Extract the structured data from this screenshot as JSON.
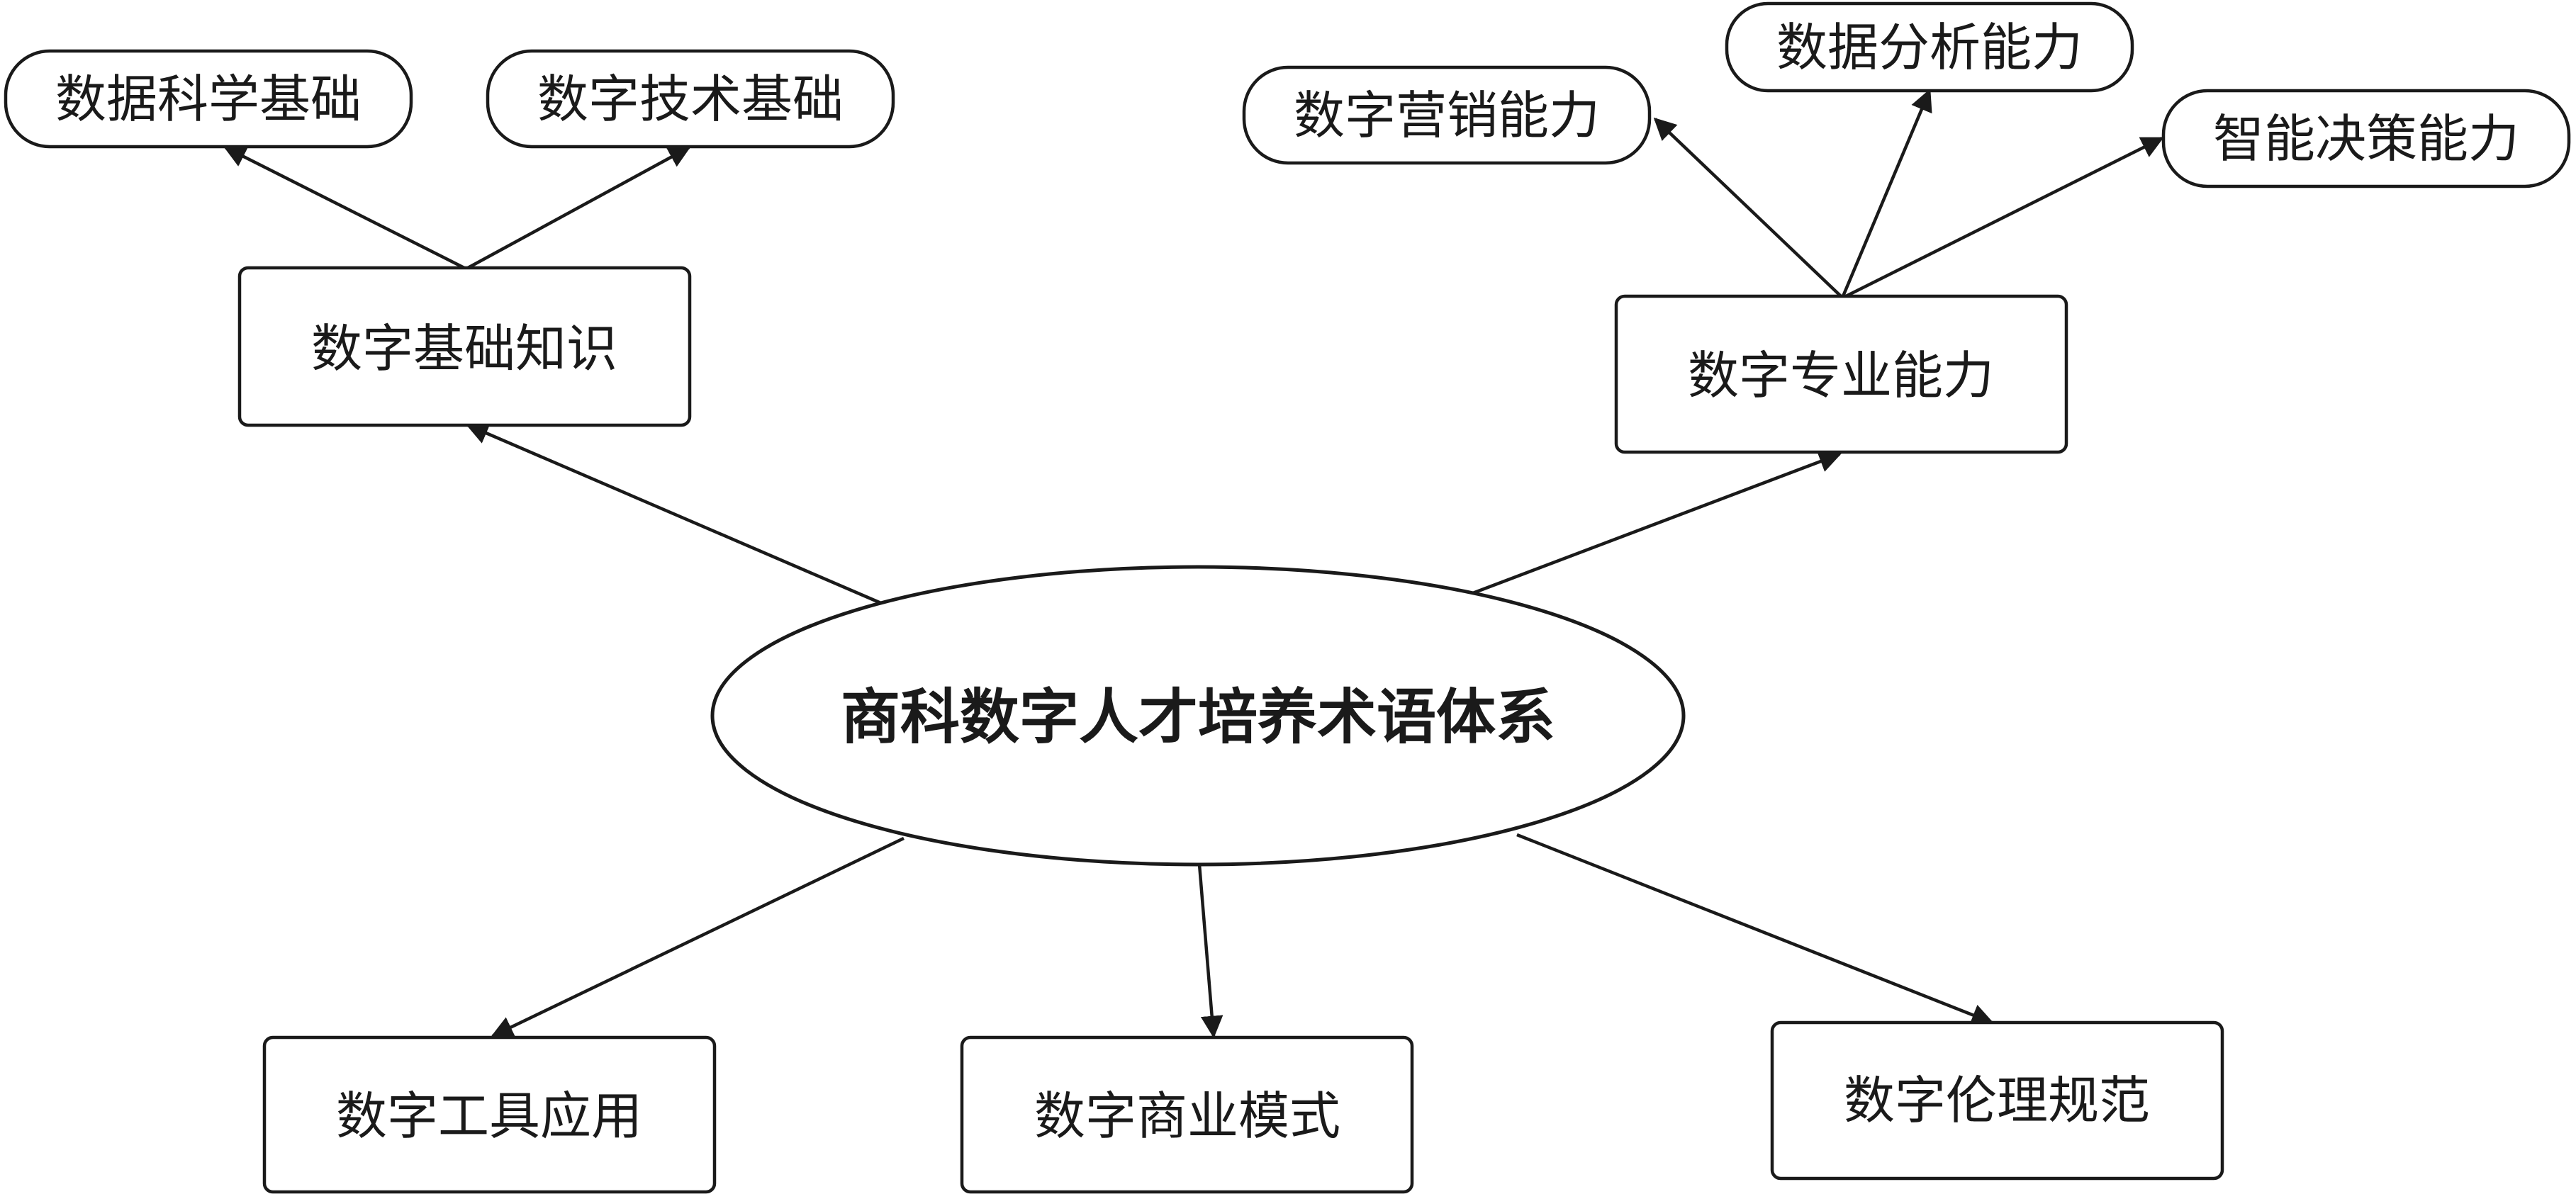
{
  "diagram": {
    "center": {
      "label": "商科数字人才培养术语体系"
    },
    "nodes": {
      "basic_knowledge": {
        "label": "数字基础知识"
      },
      "professional_ability": {
        "label": "数字专业能力"
      },
      "tool_application": {
        "label": "数字工具应用"
      },
      "business_model": {
        "label": "数字商业模式"
      },
      "ethics_norms": {
        "label": "数字伦理规范"
      },
      "data_science_basics": {
        "label": "数据科学基础"
      },
      "digital_tech_basics": {
        "label": "数字技术基础"
      },
      "digital_marketing": {
        "label": "数字营销能力"
      },
      "data_analysis": {
        "label": "数据分析能力"
      },
      "intelligent_decision": {
        "label": "智能决策能力"
      }
    },
    "edges": [
      {
        "from": "center",
        "to": "basic_knowledge"
      },
      {
        "from": "center",
        "to": "professional_ability"
      },
      {
        "from": "center",
        "to": "tool_application"
      },
      {
        "from": "center",
        "to": "business_model"
      },
      {
        "from": "center",
        "to": "ethics_norms"
      },
      {
        "from": "basic_knowledge",
        "to": "data_science_basics"
      },
      {
        "from": "basic_knowledge",
        "to": "digital_tech_basics"
      },
      {
        "from": "professional_ability",
        "to": "digital_marketing"
      },
      {
        "from": "professional_ability",
        "to": "data_analysis"
      },
      {
        "from": "professional_ability",
        "to": "intelligent_decision"
      }
    ],
    "colors": {
      "stroke": "#1a1a1a",
      "fill": "#ffffff",
      "text": "#1a1a1a"
    }
  }
}
